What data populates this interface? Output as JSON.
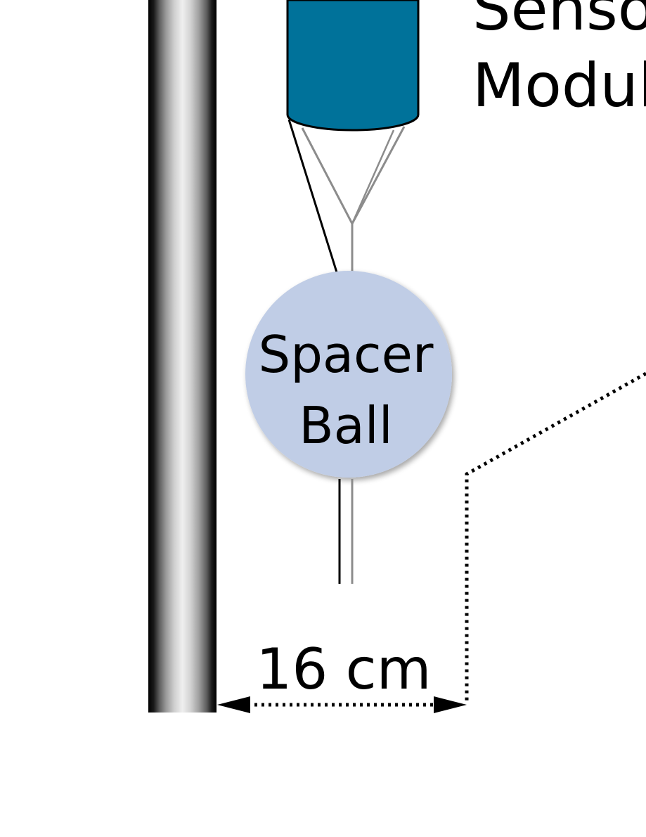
{
  "labels": {
    "sensor_module_line1": "Sensor",
    "sensor_module_line2": "Module",
    "spacer_ball_line1": "Spacer",
    "spacer_ball_line2": "Ball",
    "distance": "16 cm"
  },
  "colors": {
    "sensor_module_fill": "#00729a",
    "spacer_ball_fill": "#c0cde6",
    "outline": "#000000",
    "cable_gray": "#8c8c8c"
  }
}
